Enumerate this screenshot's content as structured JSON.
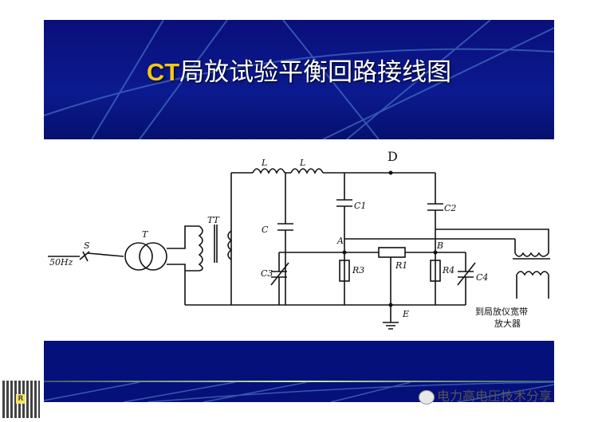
{
  "slide": {
    "title_prefix": "CT",
    "title_rest": "局放试验平衡回路接线图"
  },
  "diagram": {
    "labels": {
      "source": "50Hz",
      "switch": "S",
      "transformer": "T",
      "test_transformer": "TT",
      "inductor1": "L",
      "inductor2": "L",
      "cap_main": "C",
      "node_d": "D",
      "c1": "C1",
      "c2": "C2",
      "node_a": "A",
      "node_b": "B",
      "c3": "C3",
      "r3": "R3",
      "r1": "R1",
      "r4": "R4",
      "c4": "C4",
      "node_e": "E",
      "output_line1": "到局放仪宽带",
      "output_line2": "放大器"
    }
  },
  "watermark": {
    "text": "电力高电压技术分享",
    "qr_badge": "R"
  }
}
